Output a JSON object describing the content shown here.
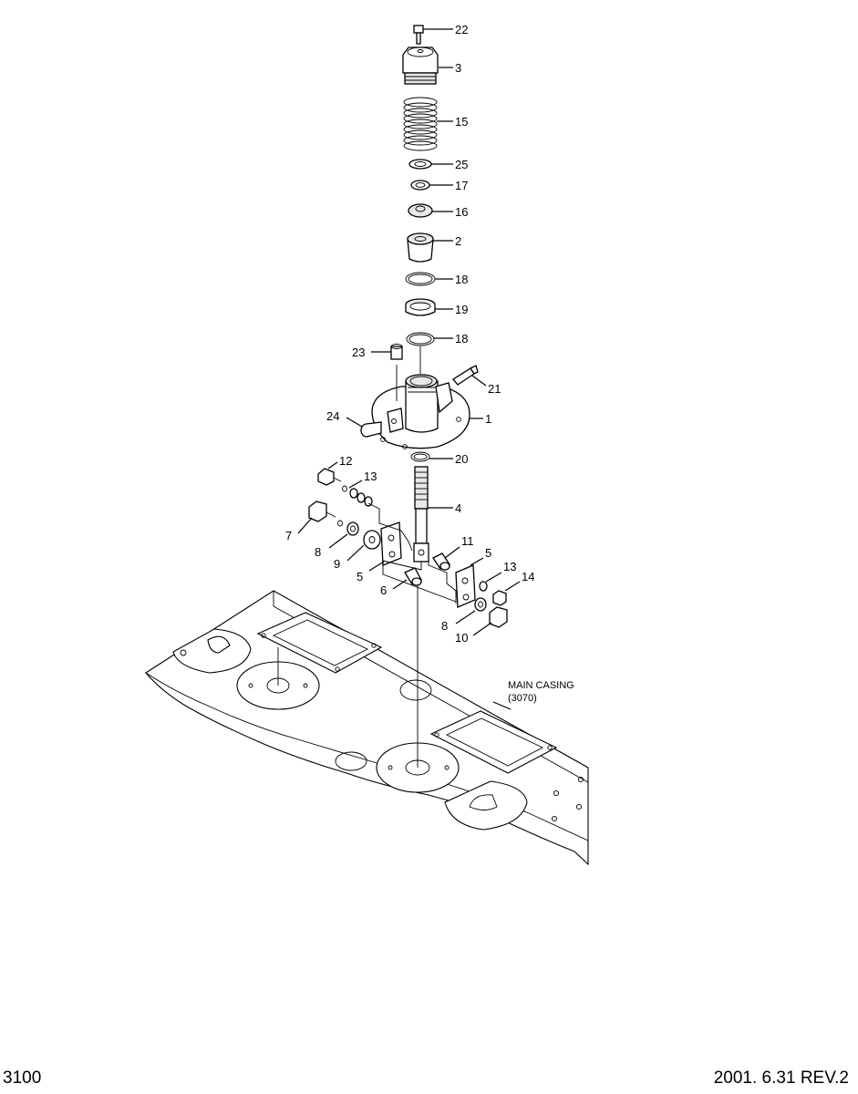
{
  "footer": {
    "page_number": "3100",
    "revision": "2001. 6.31 REV.2"
  },
  "casing_label": {
    "line1": "MAIN CASING",
    "line2": "(3070)"
  },
  "callouts": [
    {
      "id": "c22",
      "label": "22"
    },
    {
      "id": "c3",
      "label": "3"
    },
    {
      "id": "c15",
      "label": "15"
    },
    {
      "id": "c25",
      "label": "25"
    },
    {
      "id": "c17",
      "label": "17"
    },
    {
      "id": "c16",
      "label": "16"
    },
    {
      "id": "c2",
      "label": "2"
    },
    {
      "id": "c18a",
      "label": "18"
    },
    {
      "id": "c19",
      "label": "19"
    },
    {
      "id": "c18b",
      "label": "18"
    },
    {
      "id": "c23",
      "label": "23"
    },
    {
      "id": "c21",
      "label": "21"
    },
    {
      "id": "c24",
      "label": "24"
    },
    {
      "id": "c1",
      "label": "1"
    },
    {
      "id": "c20",
      "label": "20"
    },
    {
      "id": "c12",
      "label": "12"
    },
    {
      "id": "c13a",
      "label": "13"
    },
    {
      "id": "c4",
      "label": "4"
    },
    {
      "id": "c7",
      "label": "7"
    },
    {
      "id": "c8a",
      "label": "8"
    },
    {
      "id": "c9",
      "label": "9"
    },
    {
      "id": "c11",
      "label": "11"
    },
    {
      "id": "c5a",
      "label": "5"
    },
    {
      "id": "c5b",
      "label": "5"
    },
    {
      "id": "c6",
      "label": "6"
    },
    {
      "id": "c13b",
      "label": "13"
    },
    {
      "id": "c14",
      "label": "14"
    },
    {
      "id": "c8b",
      "label": "8"
    },
    {
      "id": "c10",
      "label": "10"
    }
  ]
}
